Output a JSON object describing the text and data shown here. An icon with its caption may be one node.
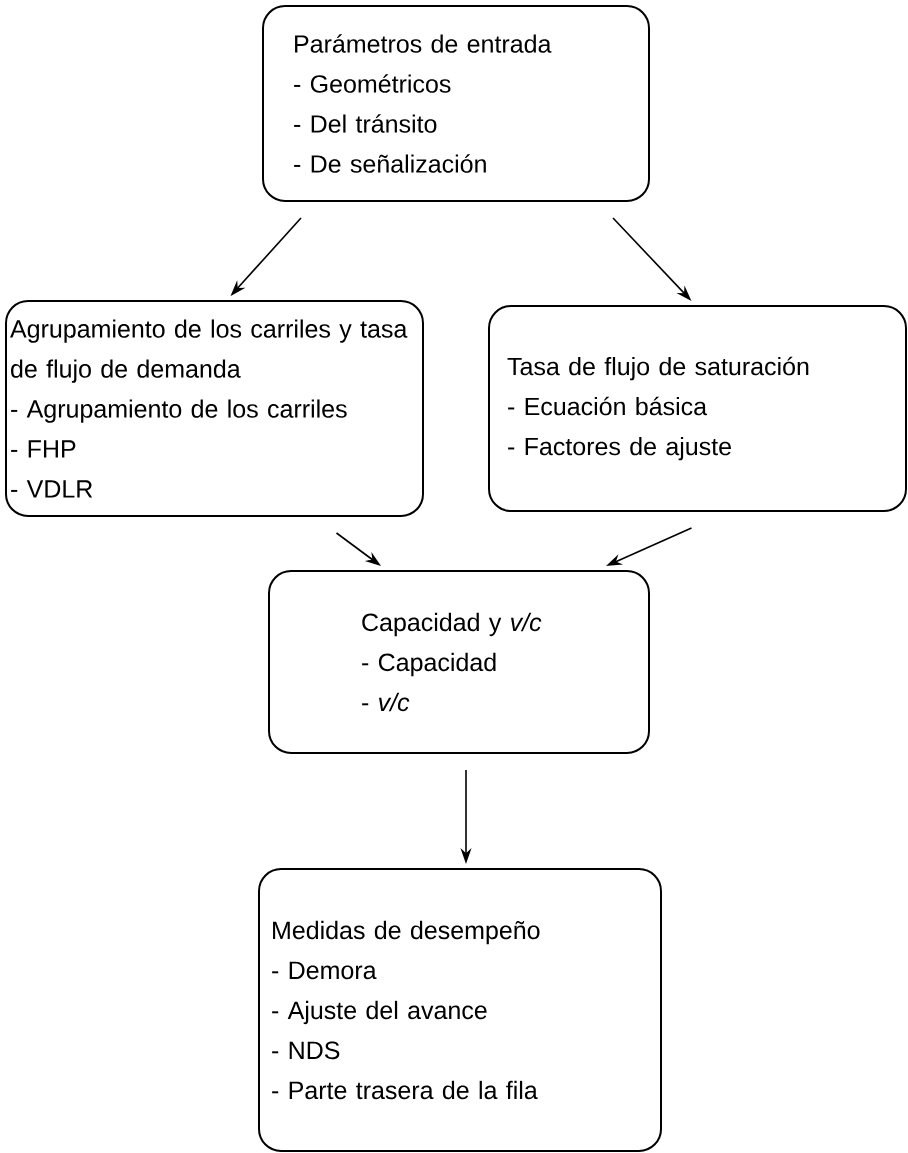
{
  "diagram": {
    "nodes": [
      {
        "text": [
          "Parámetros de entrada",
          "- Geométricos",
          "- Del tránsito",
          "- De señalización"
        ]
      },
      {
        "text": [
          "Agrupamiento de los carriles y tasa de flujo de demanda",
          "- Agrupamiento de los carriles",
          "- FHP",
          "- VDLR"
        ]
      },
      {
        "text": [
          "Tasa de flujo de saturación",
          "- Ecuación básica",
          "- Factores de ajuste"
        ]
      },
      {
        "text": [
          "Capacidad y *v/c*",
          "- Capacidad",
          "- *v/c*"
        ]
      },
      {
        "text": [
          "Medidas de desempeño",
          "- Demora",
          "- Ajuste del avance",
          "- NDS",
          "- Parte trasera de la fila"
        ]
      }
    ],
    "edges": [
      {
        "from": 0,
        "to": 1,
        "arrow": "to"
      },
      {
        "from": 0,
        "to": 2,
        "arrow": "to"
      },
      {
        "from": 1,
        "to": 3,
        "arrow": "to"
      },
      {
        "from": 2,
        "to": 3,
        "arrow": "to"
      },
      {
        "from": 3,
        "to": 4,
        "arrow": "to"
      }
    ]
  }
}
